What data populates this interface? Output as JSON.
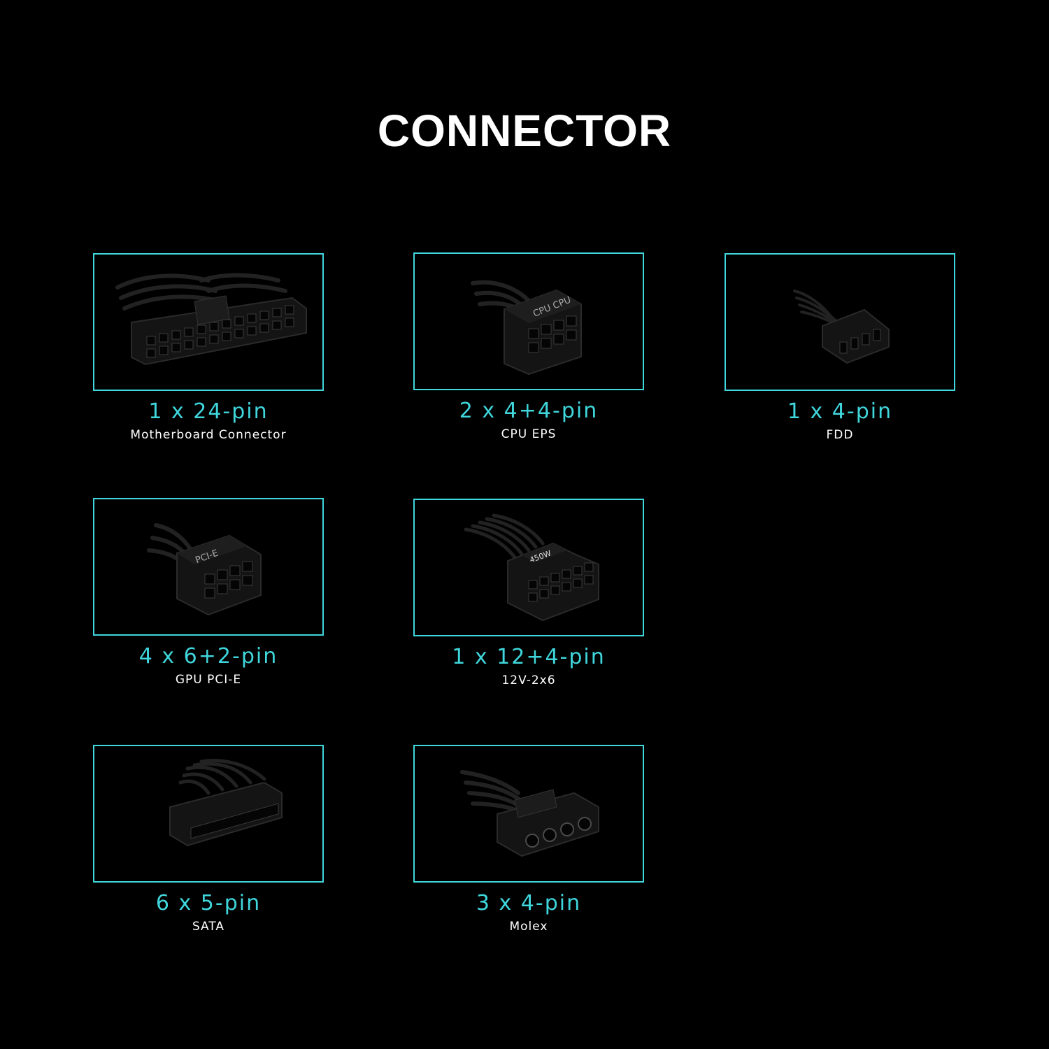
{
  "title": "CONNECTOR",
  "accent_color": "#3fd6dc",
  "background_color": "#000000",
  "connectors": [
    {
      "quantity": "1 x 24-pin",
      "description": "Motherboard Connector",
      "icon": "atx-24pin-connector-icon"
    },
    {
      "quantity": "2 x 4+4-pin",
      "description": "CPU EPS",
      "icon": "cpu-eps-connector-icon",
      "label_on_connector": "CPU CPU"
    },
    {
      "quantity": "1 x 4-pin",
      "description": "FDD",
      "icon": "fdd-connector-icon"
    },
    {
      "quantity": "4 x 6+2-pin",
      "description": "GPU PCI-E",
      "icon": "pcie-connector-icon",
      "label_on_connector": "PCI-E"
    },
    {
      "quantity": "1 x 12+4-pin",
      "description": "12V-2x6",
      "icon": "12v-2x6-connector-icon",
      "label_on_connector": "450W"
    },
    {
      "quantity": "6 x 5-pin",
      "description": "SATA",
      "icon": "sata-connector-icon"
    },
    {
      "quantity": "3 x 4-pin",
      "description": "Molex",
      "icon": "molex-connector-icon"
    }
  ]
}
